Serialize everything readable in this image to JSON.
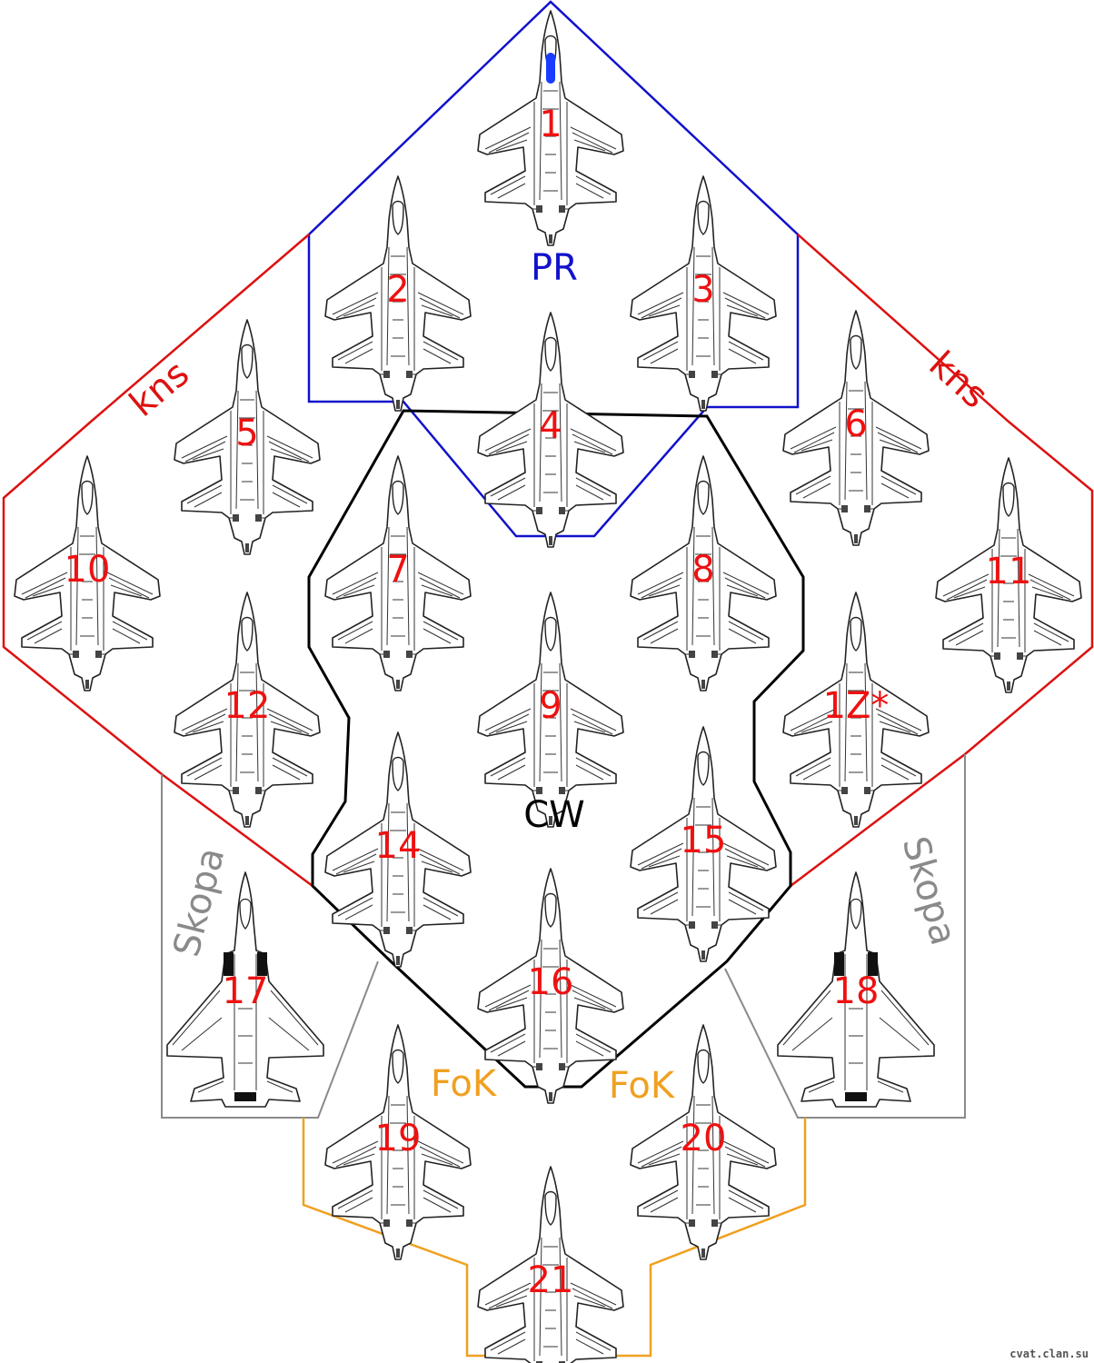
{
  "groups": {
    "pr": {
      "label": "PR",
      "color": "#1111cc"
    },
    "kns": {
      "label": "kns",
      "color": "#dd1111"
    },
    "cw": {
      "label": "CW",
      "color": "#000000"
    },
    "skopa": {
      "label": "Skopa",
      "color": "#8a8a8a"
    },
    "fok": {
      "label": "FoK",
      "color": "#f0a020"
    }
  },
  "aircraft": [
    {
      "label": "1",
      "type": "su27",
      "group": "pr"
    },
    {
      "label": "2",
      "type": "su27",
      "group": "pr"
    },
    {
      "label": "3",
      "type": "su27",
      "group": "pr"
    },
    {
      "label": "4",
      "type": "su27",
      "group": "pr"
    },
    {
      "label": "5",
      "type": "su27",
      "group": "kns"
    },
    {
      "label": "6",
      "type": "su27",
      "group": "kns"
    },
    {
      "label": "7",
      "type": "su27",
      "group": "cw"
    },
    {
      "label": "8",
      "type": "su27",
      "group": "cw"
    },
    {
      "label": "9",
      "type": "su27",
      "group": "cw"
    },
    {
      "label": "10",
      "type": "su27",
      "group": "kns"
    },
    {
      "label": "11",
      "type": "su27",
      "group": "kns"
    },
    {
      "label": "12",
      "type": "su27",
      "group": "kns"
    },
    {
      "label": "1Z*",
      "type": "su27",
      "group": "kns"
    },
    {
      "label": "14",
      "type": "su27",
      "group": "cw"
    },
    {
      "label": "15",
      "type": "su27",
      "group": "cw"
    },
    {
      "label": "16",
      "type": "su27",
      "group": "cw"
    },
    {
      "label": "17",
      "type": "f15",
      "group": "skopa"
    },
    {
      "label": "18",
      "type": "f15",
      "group": "skopa"
    },
    {
      "label": "19",
      "type": "su27",
      "group": "fok"
    },
    {
      "label": "20",
      "type": "su27",
      "group": "fok"
    },
    {
      "label": "21",
      "type": "su27",
      "group": "fok"
    }
  ],
  "label_color": "#ee1111",
  "cockpit_marker_color": "#1a3cff",
  "watermark": "cvat.clan.su"
}
